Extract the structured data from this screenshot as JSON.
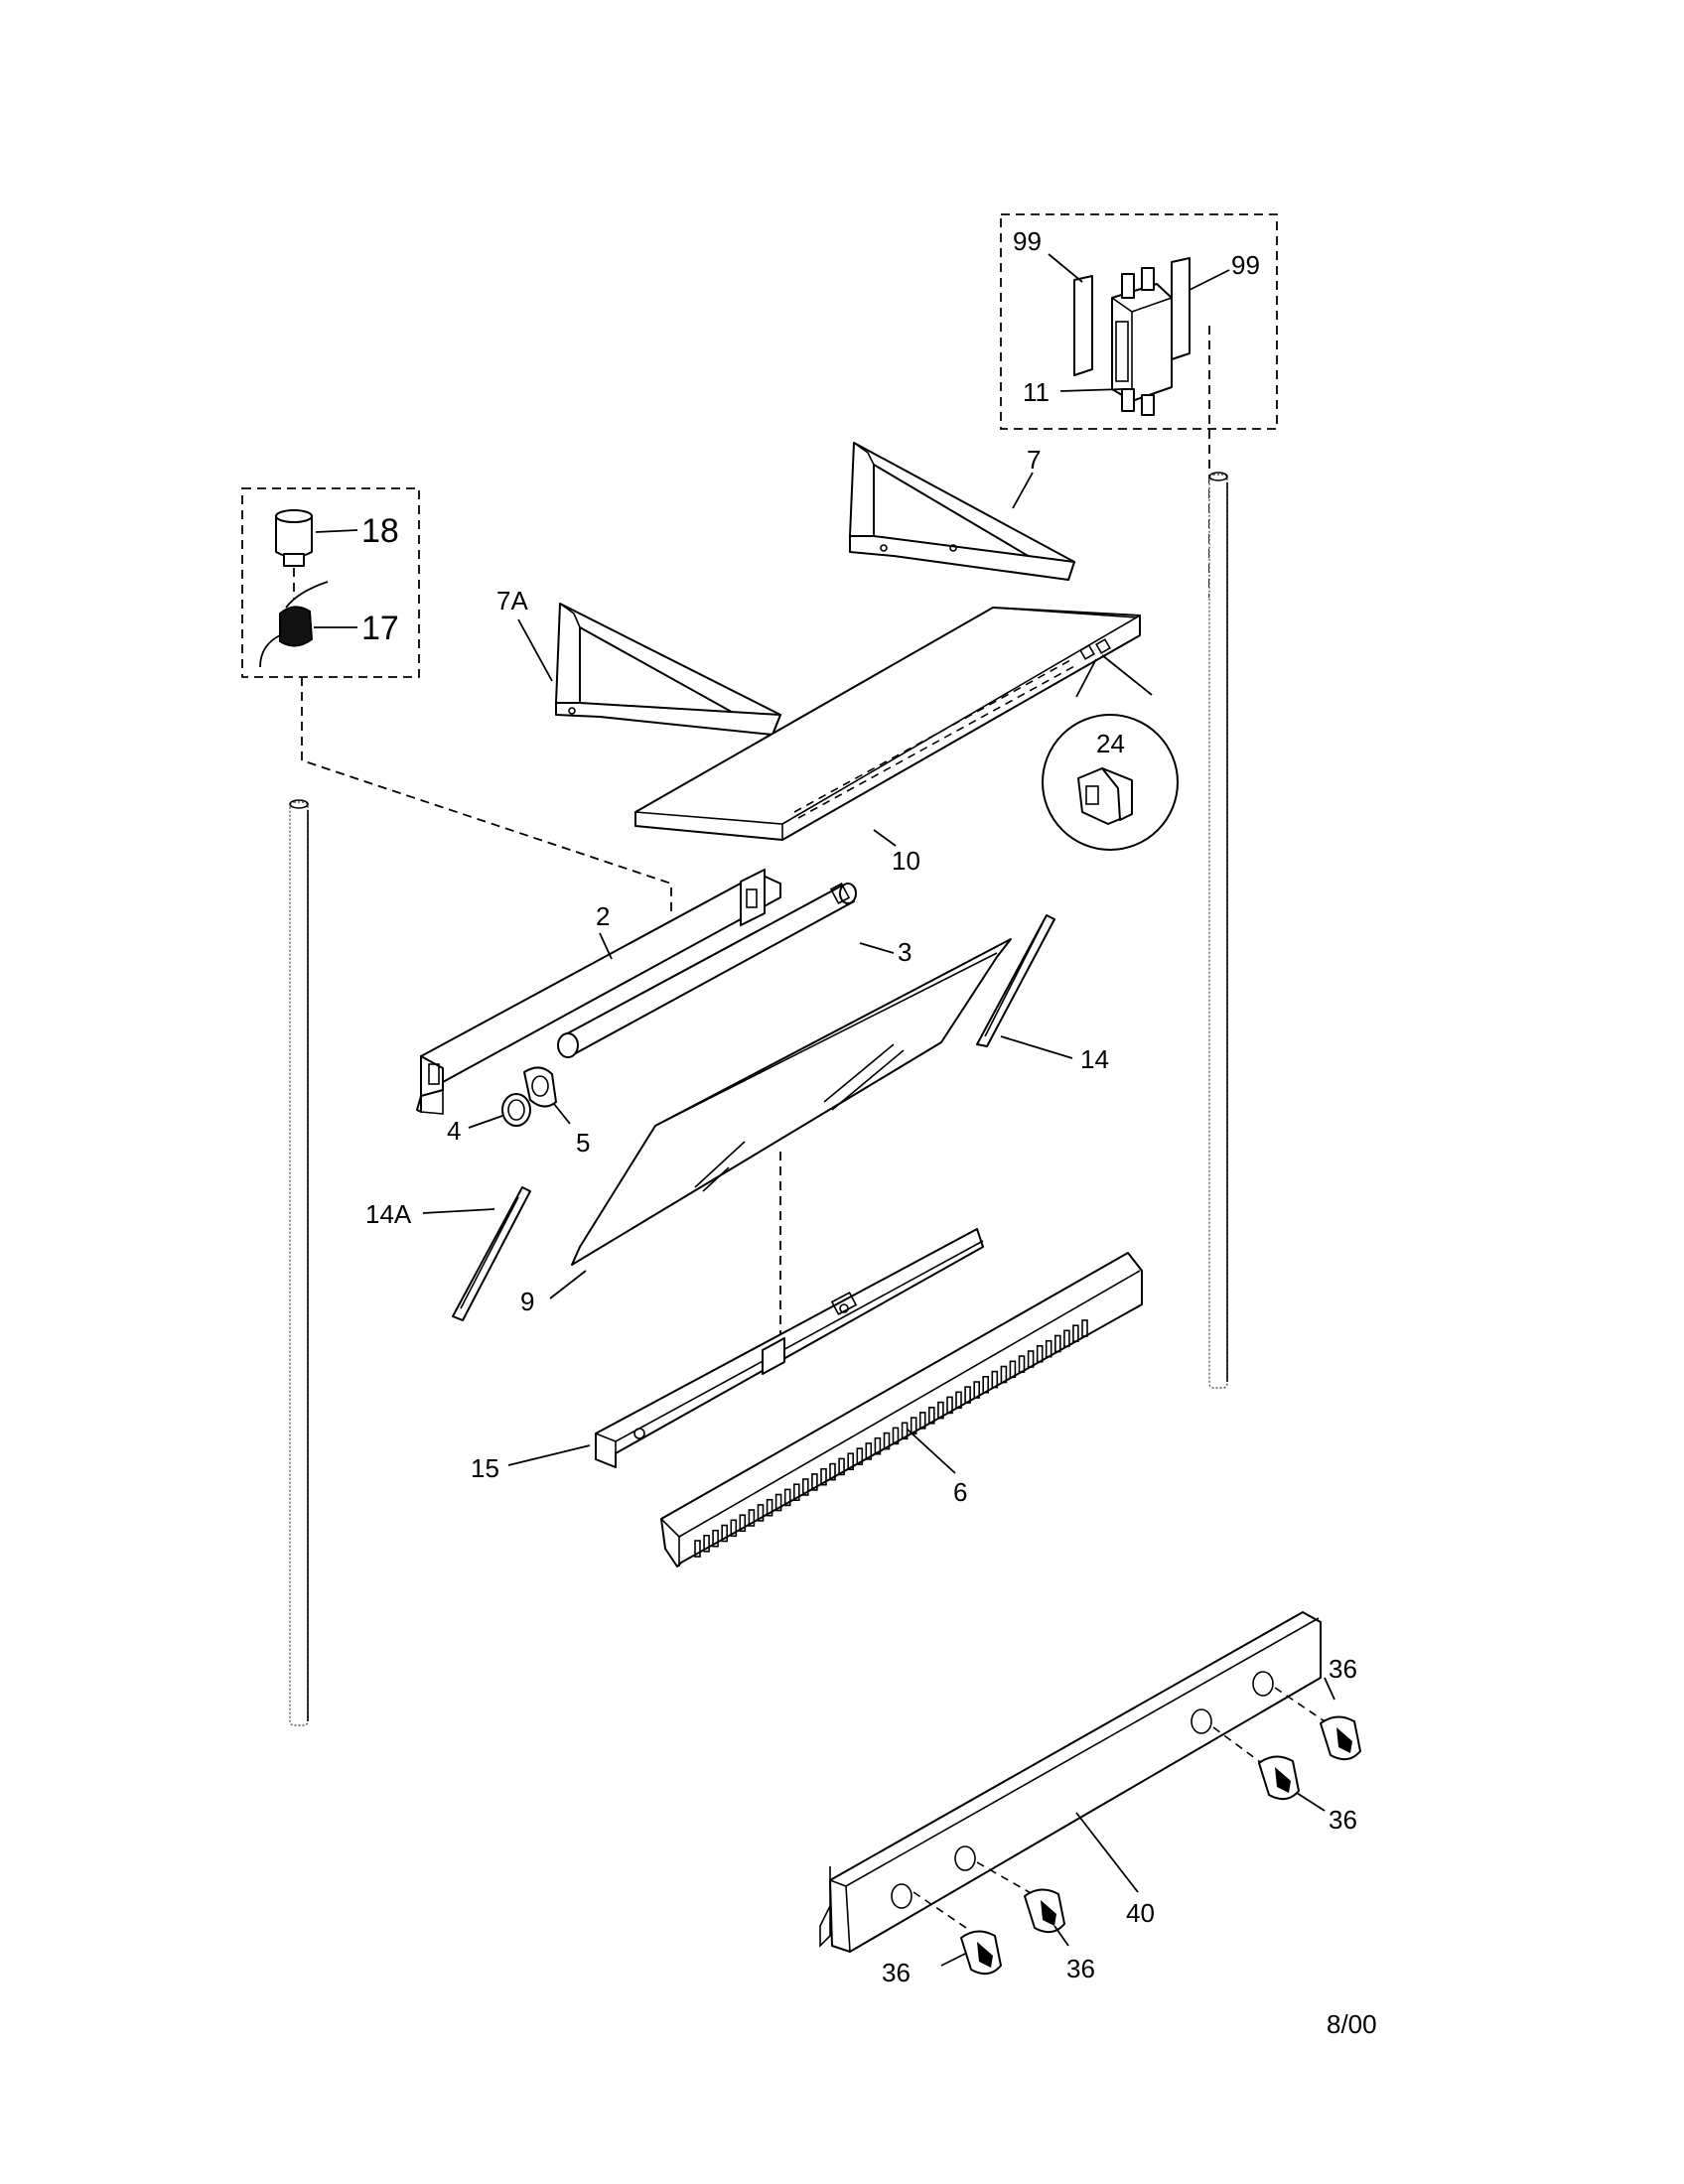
{
  "labels": {
    "p99_left": "99",
    "p99_right": "99",
    "p11": "11",
    "p7": "7",
    "p18": "18",
    "p17": "17",
    "p7a": "7A",
    "p24": "24",
    "p10": "10",
    "p2": "2",
    "p3": "3",
    "p14": "14",
    "p4": "4",
    "p5": "5",
    "p14a": "14A",
    "p9": "9",
    "p15": "15",
    "p6": "6",
    "p36_a": "36",
    "p36_b": "36",
    "p36_c": "36",
    "p36_d": "36",
    "p40": "40"
  },
  "footer": {
    "date_code": "8/00"
  }
}
